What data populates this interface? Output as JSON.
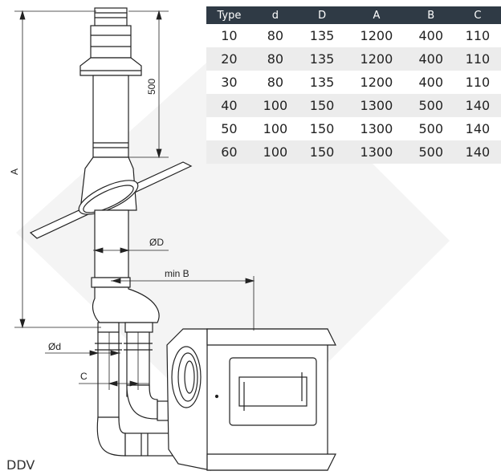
{
  "table": {
    "headers": [
      "Type",
      "d",
      "D",
      "A",
      "B",
      "C"
    ],
    "rows": [
      [
        "10",
        "80",
        "135",
        "1200",
        "400",
        "110"
      ],
      [
        "20",
        "80",
        "135",
        "1200",
        "400",
        "110"
      ],
      [
        "30",
        "80",
        "135",
        "1200",
        "400",
        "110"
      ],
      [
        "40",
        "100",
        "150",
        "1300",
        "500",
        "140"
      ],
      [
        "50",
        "100",
        "150",
        "1300",
        "500",
        "140"
      ],
      [
        "60",
        "100",
        "150",
        "1300",
        "500",
        "140"
      ]
    ]
  },
  "dimensions": {
    "height_label": "500",
    "total_label": "A",
    "outer_diameter_label": "ØD",
    "min_distance_label": "min B",
    "inner_diameter_label": "Ød",
    "offset_label": "C"
  },
  "caption": "DDV"
}
